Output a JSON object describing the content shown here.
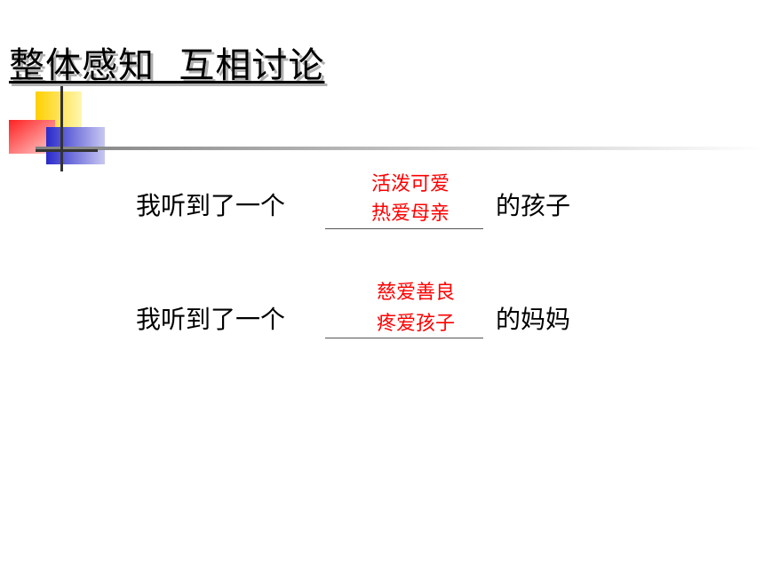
{
  "slide": {
    "title": "整体感知  互相讨论",
    "lines": [
      {
        "prefix": "我听到了一个",
        "answer_top": "活泼可爱",
        "answer_bottom": "热爱母亲",
        "suffix": "的孩子"
      },
      {
        "prefix": "我听到了一个",
        "answer_top": "慈爱善良",
        "answer_bottom": "疼爱孩子",
        "suffix": "的妈妈"
      }
    ],
    "colors": {
      "answer": "#ff0000",
      "deco_yellow": "#ffd700",
      "deco_red": "#ff3030",
      "deco_blue": "#3333cc"
    }
  }
}
